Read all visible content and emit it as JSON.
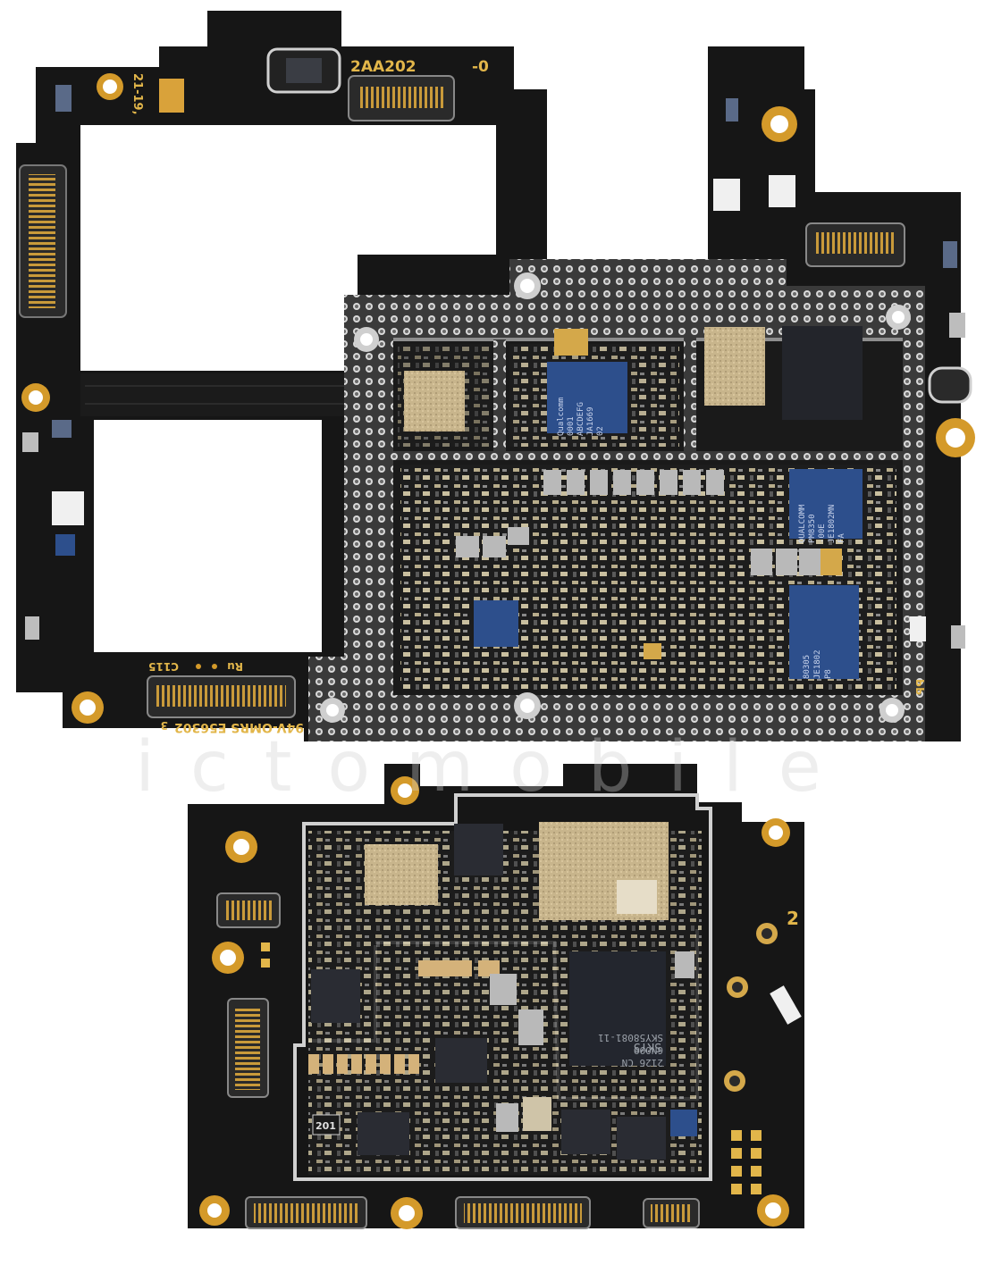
{
  "upper_board": {
    "part_number": "2AA202",
    "revision": "-0",
    "date_code": "21-19,",
    "silk_c115": "C115",
    "silk_rev": "Ru",
    "ul_marking": "94V-OMRS E56302",
    "ul_suffix": "3",
    "side_mark": "ЬЬ",
    "soc_label": [
      "Qualcomm",
      "0001",
      "ABCDEFG",
      "JA1669",
      "02"
    ],
    "pmic1_label": [
      "QUALCOMM",
      "PM8350",
      "-00E",
      "JE1802MN",
      "FA"
    ],
    "pmic2_label": [
      "80305",
      "JE1802",
      "P8"
    ]
  },
  "lower_board": {
    "silk_2": "2",
    "silk_201": "201",
    "rf_main_label": [
      "SKY5",
      "SKY58081-11",
      "6N099",
      "2126 CN"
    ],
    "colors": {
      "pcb": "#161616",
      "gold": "#d49a2a",
      "chip_blue": "#2d4f8c",
      "shield": "#bdbdbd"
    }
  },
  "watermark": "ictomobile"
}
